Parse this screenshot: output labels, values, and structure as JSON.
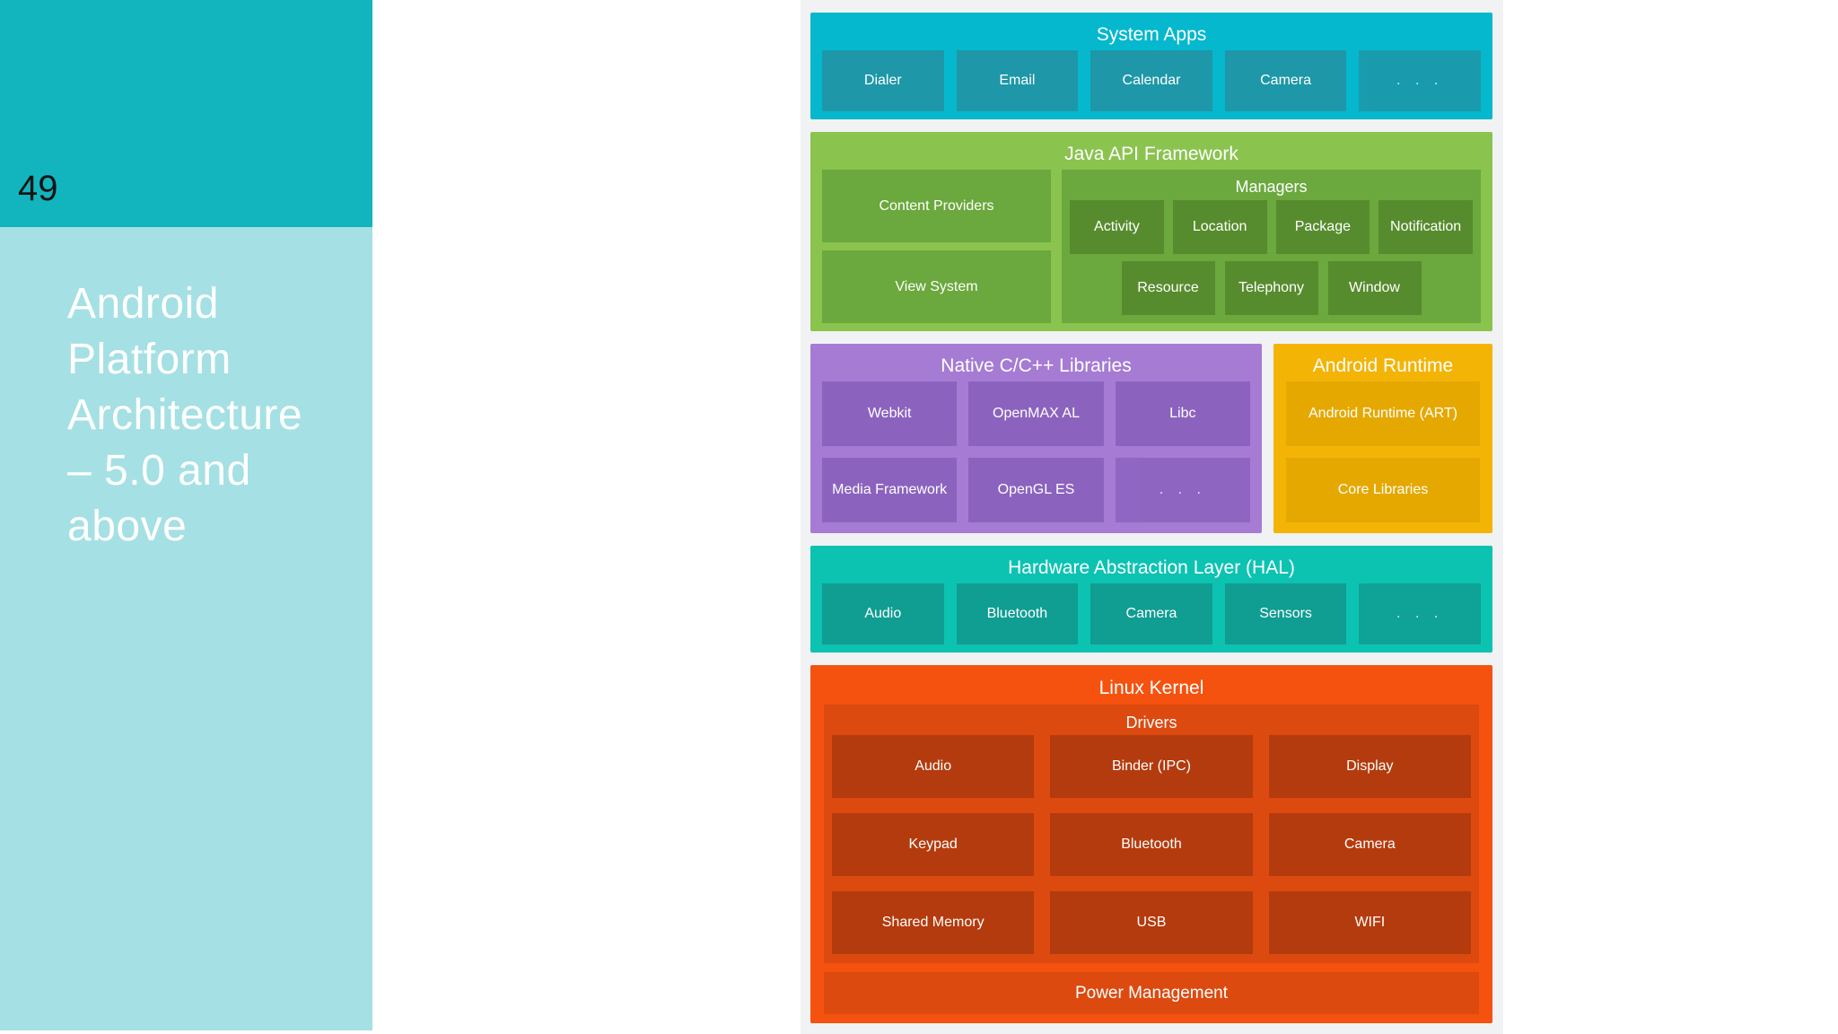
{
  "page": {
    "number": "49",
    "title_lines": [
      "Android",
      "Platform",
      "Architecture",
      "– 5.0 and",
      "above"
    ]
  },
  "colors": {
    "page_bg": "#ffffff",
    "panel_bg": "#f1f2f4",
    "sidebar_top": "#12b4bd",
    "sidebar_bg": "#a5e0e4",
    "page_num": "#141414",
    "title_text": "#ffffff",
    "cyan": "#05b8cd",
    "cyan_box": "#1e97a8",
    "green": "#8bc34f",
    "green_mid": "#6ba83d",
    "green_dark": "#578c2e",
    "purple": "#a57bd4",
    "purple_box": "#8b63bf",
    "amber": "#f4b406",
    "amber_box": "#e5a800",
    "teal": "#0cc3b2",
    "teal_box": "#109d92",
    "orange": "#f5520f",
    "orange_mid": "#dc4a10",
    "orange_dark": "#b43b0e"
  },
  "diagram": {
    "system_apps": {
      "title": "System Apps",
      "items": [
        "Dialer",
        "Email",
        "Calendar",
        "Camera",
        ". . ."
      ]
    },
    "java_api": {
      "title": "Java API Framework",
      "left_items": [
        "Content Providers",
        "View System"
      ],
      "managers": {
        "title": "Managers",
        "row1": [
          "Activity",
          "Location",
          "Package",
          "Notification"
        ],
        "row2": [
          "Resource",
          "Telephony",
          "Window"
        ]
      }
    },
    "native_libs": {
      "title": "Native C/C++ Libraries",
      "row1": [
        "Webkit",
        "OpenMAX AL",
        "Libc"
      ],
      "row2": [
        "Media Framework",
        "OpenGL ES",
        ". . ."
      ]
    },
    "android_runtime": {
      "title": "Android Runtime",
      "items": [
        "Android Runtime (ART)",
        "Core Libraries"
      ]
    },
    "hal": {
      "title": "Hardware Abstraction Layer (HAL)",
      "items": [
        "Audio",
        "Bluetooth",
        "Camera",
        "Sensors",
        ". . ."
      ]
    },
    "linux_kernel": {
      "title": "Linux Kernel",
      "drivers": {
        "title": "Drivers",
        "rows": [
          [
            "Audio",
            "Binder (IPC)",
            "Display"
          ],
          [
            "Keypad",
            "Bluetooth",
            "Camera"
          ],
          [
            "Shared Memory",
            "USB",
            "WIFI"
          ]
        ]
      },
      "power": "Power Management"
    }
  }
}
